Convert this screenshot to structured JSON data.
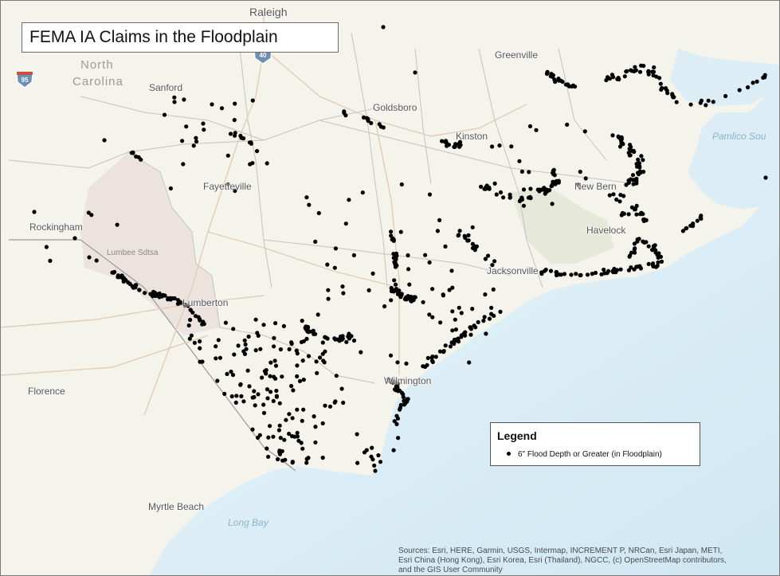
{
  "map": {
    "title": "FEMA IA Claims in the Floodplain",
    "legend": {
      "title": "Legend",
      "items": [
        {
          "label": "6\" Flood Depth or Greater (in Floodplain)",
          "symbol": "black-dot"
        }
      ]
    },
    "attribution": {
      "line1": "Sources: Esri, HERE, Garmin, USGS, Intermap, INCREMENT P, NRCan, Esri Japan, METI,",
      "line2": "Esri China (Hong Kong), Esri Korea, Esri (Thailand), NGCC, (c) OpenStreetMap contributors,",
      "line3": "and the GIS User Community"
    },
    "places": {
      "raleigh": "Raleigh",
      "north": "North",
      "carolina": "Carolina",
      "sanford": "Sanford",
      "greenville": "Greenville",
      "goldsboro": "Goldsboro",
      "kinston": "Kinston",
      "fayetteville": "Fayetteville",
      "new_bern": "New Bern",
      "havelock": "Havelock",
      "rockingham": "Rockingham",
      "lumbee": "Lumbee Sdtsa",
      "jacksonville": "Jacksonville",
      "lumberton": "Lumberton",
      "wilmington": "Wilmington",
      "florence": "Florence",
      "myrtle_beach": "Myrtle Beach",
      "long_bay": "Long Bay",
      "pamlico_sound": "Pamlico Sou"
    },
    "shields": {
      "i40": "40",
      "i95": "95"
    },
    "colors": {
      "land": "#f4f3ec",
      "water": "#d9edf7",
      "county_line": "#c3c3c3",
      "claim_dot": "#000000",
      "highlight_area": "#ece3df",
      "marine_base": "#e6e9da"
    }
  }
}
